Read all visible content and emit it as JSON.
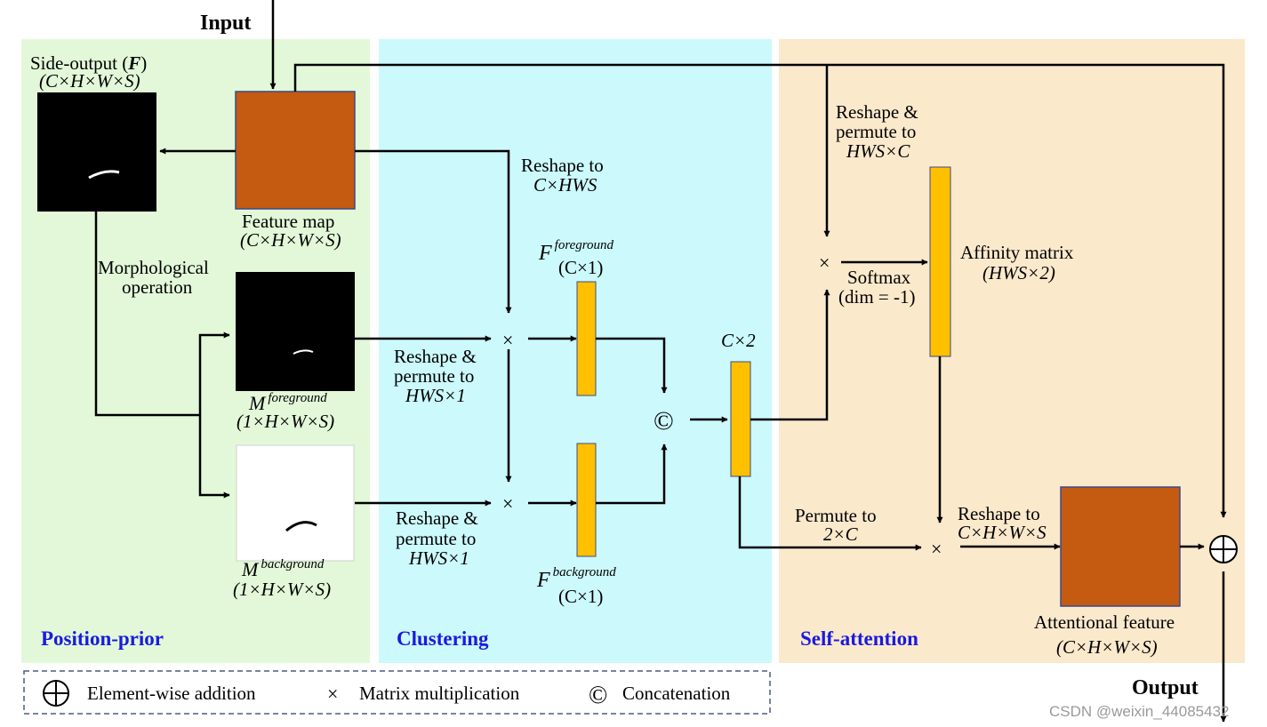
{
  "input_label": "Input",
  "output_label": "Output",
  "panels": {
    "position_prior": "Position-prior",
    "clustering": "Clustering",
    "self_attention": "Self-attention"
  },
  "nodes": {
    "side_output": {
      "title_pre": "Side-output (",
      "title_sym": "F",
      "title_post": ")",
      "dims": "(C×H×W×S)"
    },
    "feature_map": {
      "title": "Feature map",
      "dims": "(C×H×W×S)"
    },
    "m_foreground": {
      "sym": "M",
      "sup": "foreground",
      "dims": "(1×H×W×S)"
    },
    "m_background": {
      "sym": "M",
      "sup": "background",
      "dims": "(1×H×W×S)"
    },
    "f_foreground": {
      "sym": "F",
      "sup": "foreground",
      "dims": "(C×1)"
    },
    "f_background": {
      "sym": "F",
      "sup": "background",
      "dims": "(C×1)"
    },
    "concat_out": {
      "dims": "C×2"
    },
    "affinity_matrix": {
      "title": "Affinity matrix",
      "dims": "(HWS×2)"
    },
    "attentional_feature": {
      "title": "Attentional feature",
      "dims": "(C×H×W×S)"
    }
  },
  "edge_labels": {
    "morph_1": "Morphological",
    "morph_2": "operation",
    "reshape_chws_1": "Reshape to",
    "reshape_chws_2": "C×HWS",
    "reshape_fg_1": "Reshape &",
    "reshape_fg_2": "permute to",
    "reshape_fg_3": "HWS×1",
    "reshape_bg_1": "Reshape &",
    "reshape_bg_2": "permute to",
    "reshape_bg_3": "HWS×1",
    "reshape_hwsc_1": "Reshape &",
    "reshape_hwsc_2": "permute to",
    "reshape_hwsc_3": "HWS×C",
    "softmax_1": "Softmax",
    "softmax_2": "(dim = -1)",
    "permute_1": "Permute to",
    "permute_2": "2×C",
    "reshape_out_1": "Reshape to",
    "reshape_out_2": "C×H×W×S"
  },
  "symbols": {
    "mult": "×",
    "concat": "©",
    "add": "⊕"
  },
  "legend": {
    "add": "Element-wise addition",
    "mult": "Matrix multiplication",
    "concat": "Concatenation"
  },
  "watermark": "CSDN @weixin_44085432",
  "colors": {
    "panel_green": "#e2f8d8",
    "panel_cyan": "#ccf9fc",
    "panel_peach": "#fbe9cc",
    "feature_map": "#c55a11",
    "vector": "#ffc000",
    "panel_title": "#1a1adf"
  }
}
